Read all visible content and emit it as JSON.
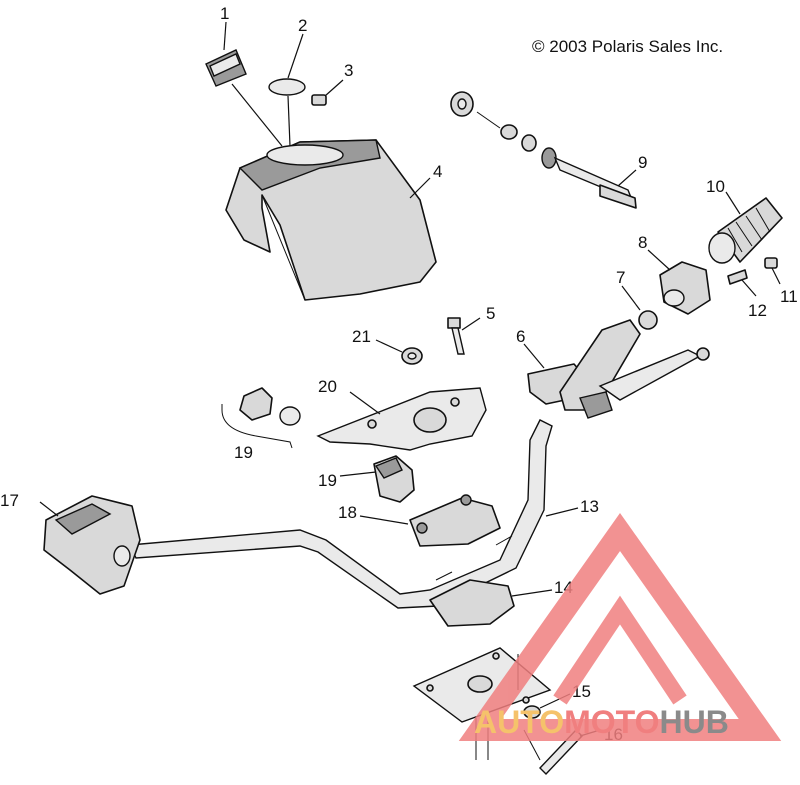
{
  "copyright": "© 2003 Polaris Sales Inc.",
  "callouts": {
    "c1": "1",
    "c2": "2",
    "c3": "3",
    "c4": "4",
    "c5": "5",
    "c6": "6",
    "c7": "7",
    "c8": "8",
    "c9": "9",
    "c10": "10",
    "c11": "11",
    "c12": "12",
    "c13": "13",
    "c14": "14",
    "c15": "15",
    "c16": "16",
    "c17": "17",
    "c18": "18",
    "c19a": "19",
    "c19b": "19",
    "c20": "20",
    "c21": "21"
  },
  "watermark": {
    "part1": "AUTO",
    "part2": "MOTO",
    "part3": "HUB",
    "color_primary": "#f07f7f",
    "color_secondary": "#f5c26b",
    "color_tertiary": "#8a8a8a"
  }
}
